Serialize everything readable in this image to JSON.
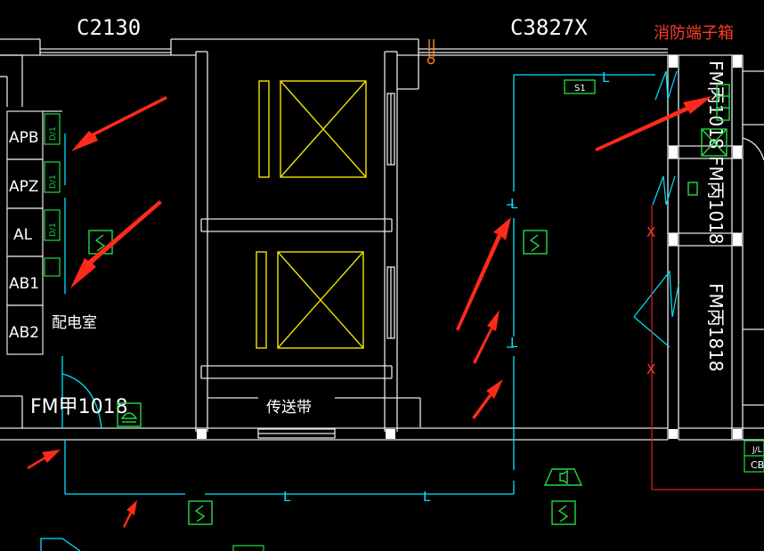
{
  "labels": {
    "window_top_left": "C2130",
    "window_top_right": "C3827X",
    "fire_hydrant_box": "消防端子箱",
    "panel_apb": "APB",
    "panel_apz": "APZ",
    "panel_al": "AL",
    "panel_ab1": "AB1",
    "panel_ab2": "AB2",
    "switch_mark": "D/1",
    "room_distribution": "配电室",
    "door_left": "FM甲1018",
    "conveyor": "传送带",
    "door_right_1": "FM丙1018",
    "door_right_2": "FM丙1018",
    "door_right_3": "FM丙1818",
    "device_s1": "S1",
    "line_l": "L",
    "line_x": "X",
    "cb_partial": "CB",
    "jl_partial": "J/L"
  },
  "colors": {
    "background": "#000000",
    "wall": "#e6e6e6",
    "cable_tray": "#00e5ff",
    "device": "#22dd44",
    "equipment": "#f2e600",
    "annotation_arrow": "#ff2a1a",
    "fire_line": "#e02020"
  }
}
